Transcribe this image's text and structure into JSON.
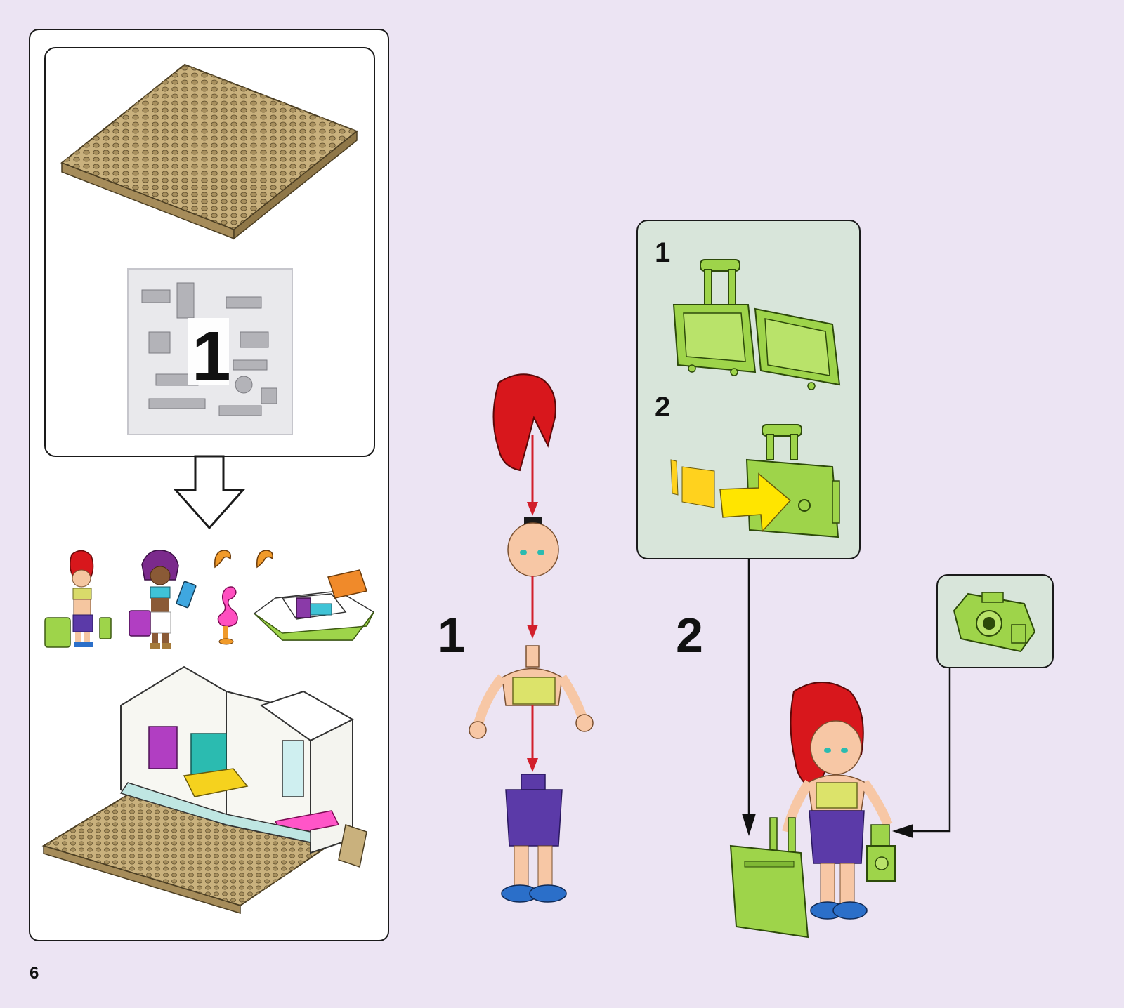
{
  "page_number": "6",
  "bag": {
    "number": "1"
  },
  "steps": [
    {
      "number": "1"
    },
    {
      "number": "2",
      "substeps": [
        {
          "number": "1"
        },
        {
          "number": "2"
        }
      ]
    }
  ],
  "colors": {
    "background": "#ece4f3",
    "callout": "#d8e5da",
    "tan_plate": "#c9b17d",
    "lime": "#9ed44a",
    "hair_red": "#d8171c",
    "shorts_purple": "#5b3aa8",
    "arrow_red": "#d21f2b",
    "arrow_yellow": "#ffe500"
  },
  "icons": [
    "baseplate-icon",
    "polybag-icon",
    "minifigure-icon",
    "suitcase-icon",
    "camera-icon",
    "flamingo-icon",
    "beach-house-icon"
  ]
}
